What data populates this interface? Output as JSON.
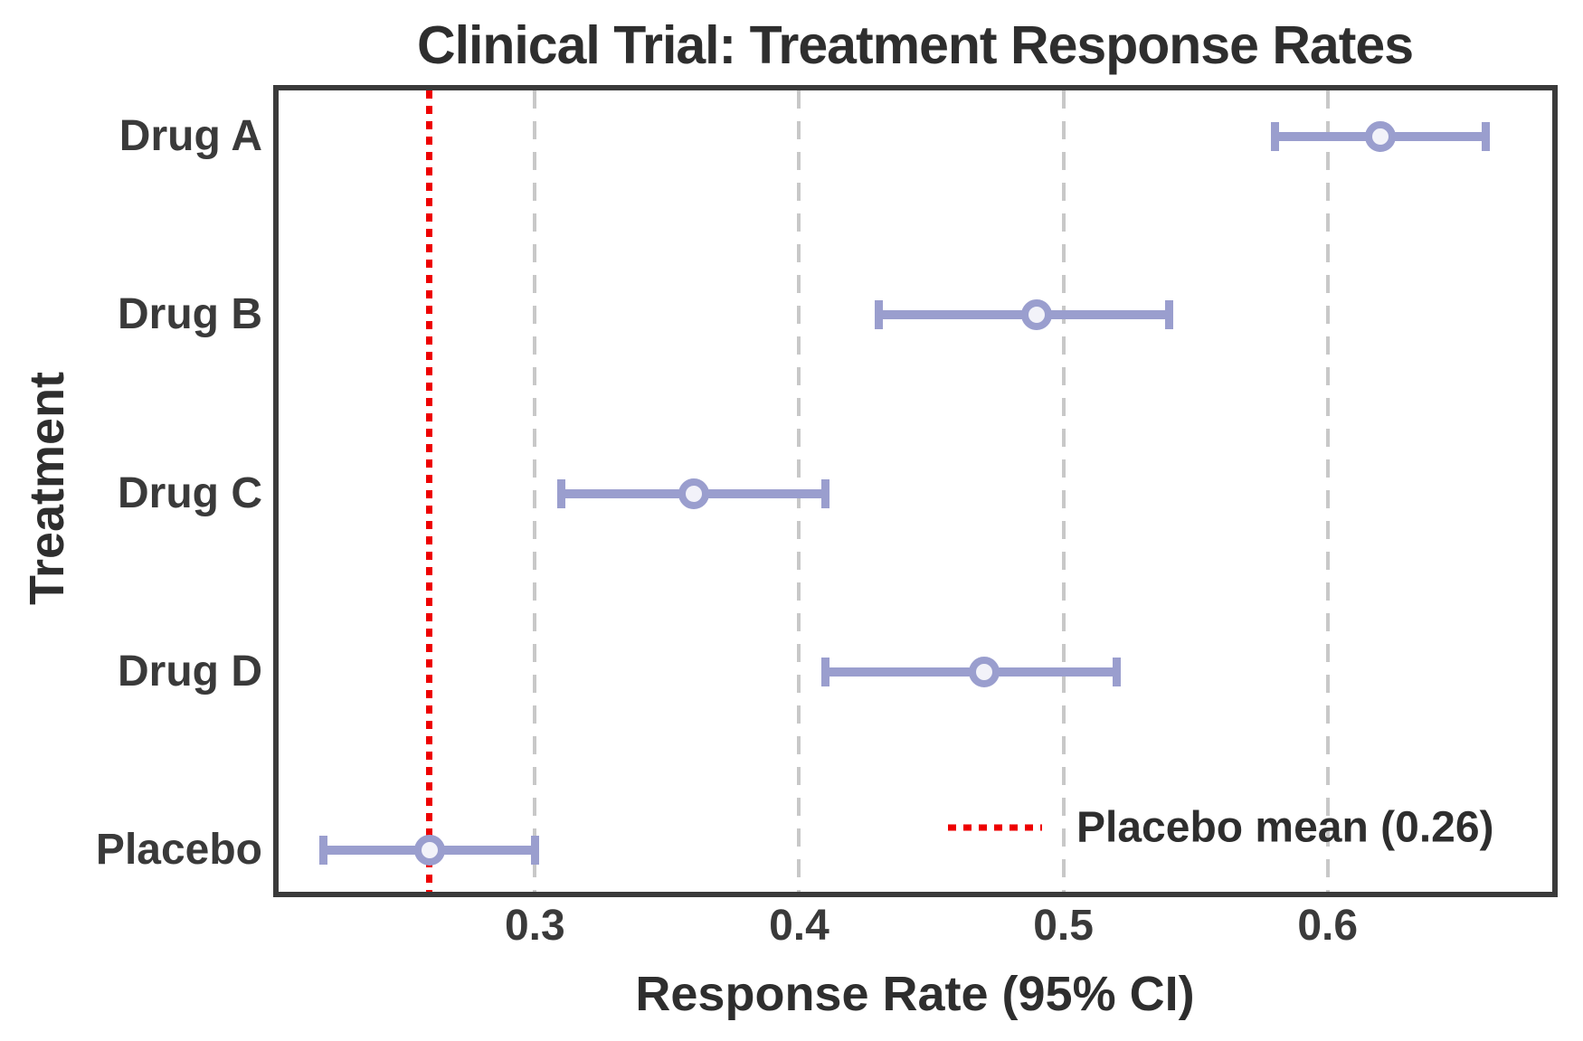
{
  "chart_data": {
    "type": "scatter",
    "subtype": "horizontal-errorbar",
    "title": "Clinical Trial: Treatment Response Rates",
    "xlabel": "Response Rate (95% CI)",
    "ylabel": "Treatment",
    "categories": [
      "Drug A",
      "Drug B",
      "Drug C",
      "Drug D",
      "Placebo"
    ],
    "values": [
      0.62,
      0.49,
      0.36,
      0.47,
      0.26
    ],
    "ci_low": [
      0.58,
      0.43,
      0.31,
      0.41,
      0.22
    ],
    "ci_high": [
      0.66,
      0.54,
      0.41,
      0.52,
      0.3
    ],
    "xlim": [
      0.203,
      0.685
    ],
    "x_ticks": [
      0.3,
      0.4,
      0.5,
      0.6
    ],
    "x_tick_labels": [
      "0.3",
      "0.4",
      "0.5",
      "0.6"
    ],
    "grid": "vertical-dashed",
    "legend_position": "lower-right",
    "reference_line": {
      "value": 0.26,
      "label": "Placebo mean (0.26)",
      "color": "#ee0000",
      "style": "dotted"
    },
    "colors": {
      "errorbar": "#9a9ece",
      "marker_fill": "#f2f2f9",
      "reference": "#ee0000",
      "text": "#2e2e2e",
      "spine": "#3a3a3a",
      "grid": "#c8c8c8"
    }
  }
}
